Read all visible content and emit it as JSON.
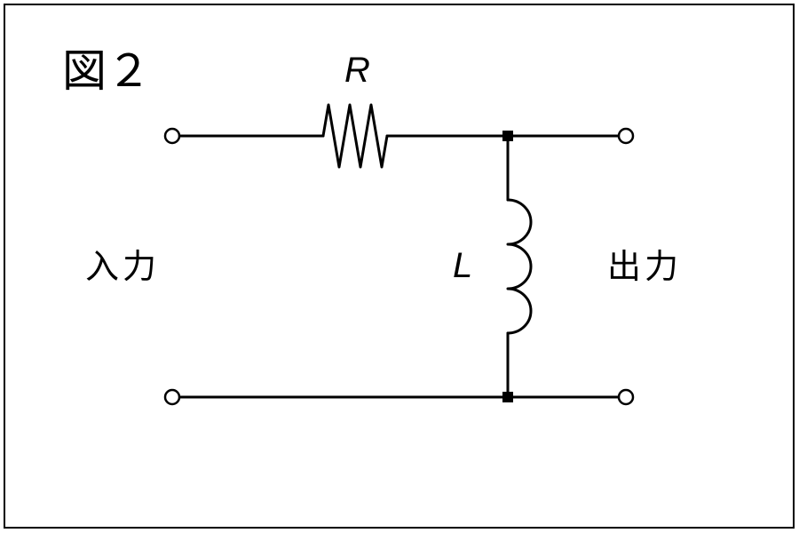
{
  "figure": {
    "label": "図２"
  },
  "components": {
    "resistor_label": "R",
    "inductor_label": "L"
  },
  "ports": {
    "input_label": "入力",
    "output_label": "出力"
  }
}
